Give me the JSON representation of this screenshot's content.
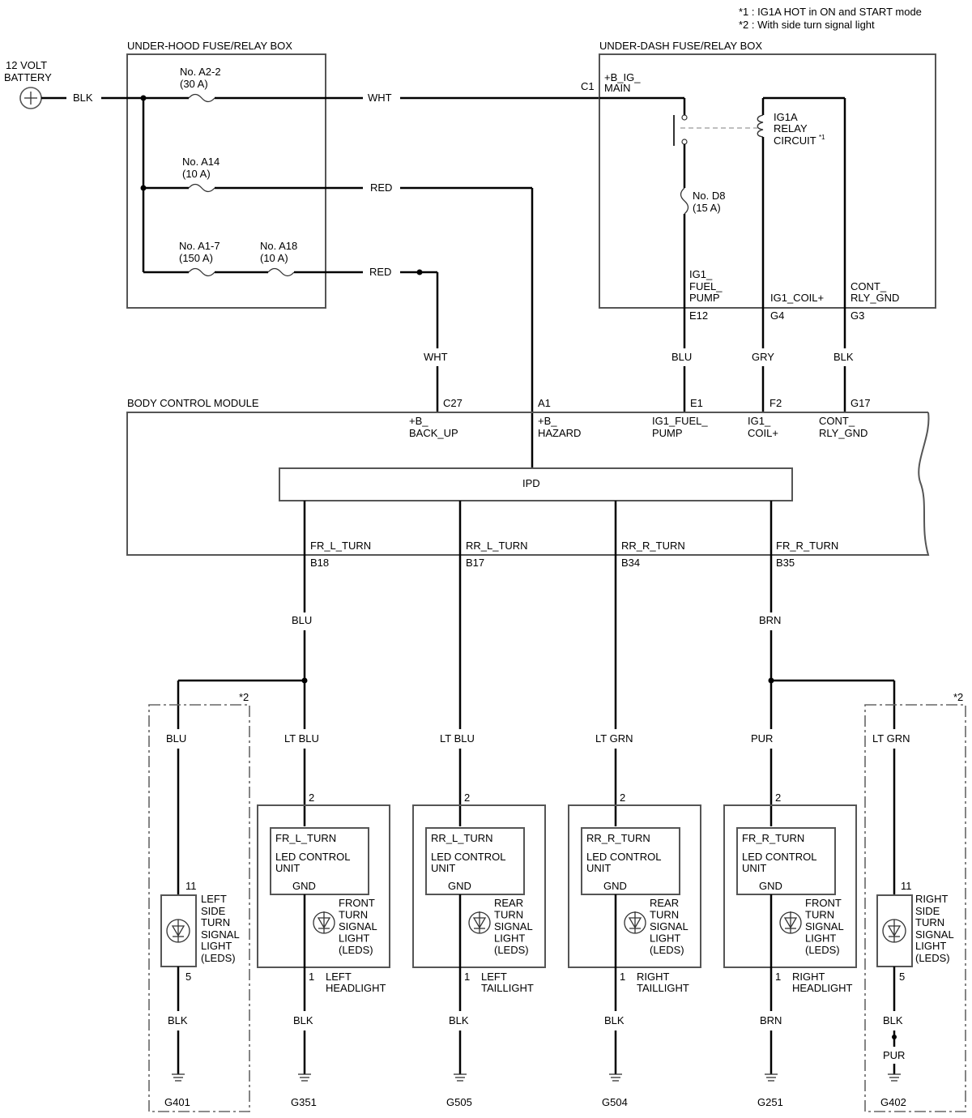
{
  "notes": [
    "*1 : IG1A HOT in ON and START mode",
    "*2 : With side turn signal light"
  ],
  "battery": {
    "line1": "12 VOLT",
    "line2": "BATTERY",
    "wire": "BLK"
  },
  "underhood": {
    "title": "UNDER-HOOD FUSE/RELAY BOX",
    "fuse1": {
      "name": "No. A2-2",
      "rating": "(30 A)",
      "wire": "WHT"
    },
    "fuse2": {
      "name": "No. A14",
      "rating": "(10 A)",
      "wire": "RED"
    },
    "fuse3": {
      "name": "No. A1-7",
      "rating": "(150 A)"
    },
    "fuse4": {
      "name": "No. A18",
      "rating": "(10 A)",
      "wire": "RED"
    }
  },
  "underdash": {
    "title": "UNDER-DASH FUSE/RELAY BOX",
    "c1": "C1",
    "main_l1": "+B_IG_",
    "main_l2": "MAIN",
    "relay_l1": "IG1A",
    "relay_l2": "RELAY",
    "relay_l3": "CIRCUIT",
    "relay_note": "*1",
    "fuse_name": "No. D8",
    "fuse_rating": "(15 A)",
    "pin1_l1": "IG1_",
    "pin1_l2": "FUEL_",
    "pin1_l3": "PUMP",
    "pin1_id": "E12",
    "pin2_l1": "IG1_COIL+",
    "pin2_id": "G4",
    "pin3_l1": "CONT_",
    "pin3_l2": "RLY_GND",
    "pin3_id": "G3"
  },
  "mid_wires": {
    "backup": "WHT",
    "blu": "BLU",
    "gry": "GRY",
    "blk": "BLK"
  },
  "bcm": {
    "title": "BODY CONTROL MODULE",
    "p1_id": "C27",
    "p1_l1": "+B_",
    "p1_l2": "BACK_UP",
    "p2_id": "A1",
    "p2_l1": "+B_",
    "p2_l2": "HAZARD",
    "p3_id": "E1",
    "p3_l1": "IG1_FUEL_",
    "p3_l2": "PUMP",
    "p4_id": "F2",
    "p4_l1": "IG1_",
    "p4_l2": "COIL+",
    "p5_id": "G17",
    "p5_l1": "CONT_",
    "p5_l2": "RLY_GND",
    "ipd": "IPD",
    "outputs": [
      {
        "signal": "FR_L_TURN",
        "pin": "B18"
      },
      {
        "signal": "RR_L_TURN",
        "pin": "B17"
      },
      {
        "signal": "RR_R_TURN",
        "pin": "B34"
      },
      {
        "signal": "FR_R_TURN",
        "pin": "B35"
      }
    ]
  },
  "out_wires": {
    "left": "BLU",
    "right": "BRN"
  },
  "side_left": {
    "marker": "*2",
    "wire": "BLU",
    "pin_top": "11",
    "pin_bottom": "5",
    "label": [
      "LEFT",
      "SIDE",
      "TURN",
      "SIGNAL",
      "LIGHT",
      "(LEDS)"
    ],
    "ground_wire": "BLK",
    "ground": "G401"
  },
  "side_right": {
    "marker": "*2",
    "wire": "LT GRN",
    "pin_top": "11",
    "pin_bottom": "5",
    "label": [
      "RIGHT",
      "SIDE",
      "TURN",
      "SIGNAL",
      "LIGHT",
      "(LEDS)"
    ],
    "ground_wire": "BLK",
    "ground_wire2": "PUR",
    "ground": "G402"
  },
  "lights": [
    {
      "wire": "LT BLU",
      "pin_top": "2",
      "signal": "FR_L_TURN",
      "unit1": "LED CONTROL",
      "unit2": "UNIT",
      "gnd": "GND",
      "led": [
        "FRONT",
        "TURN",
        "SIGNAL",
        "LIGHT",
        "(LEDS)"
      ],
      "pin_bottom": "1",
      "name1": "LEFT",
      "name2": "HEADLIGHT",
      "ground_wire": "BLK",
      "ground": "G351"
    },
    {
      "wire": "LT BLU",
      "pin_top": "2",
      "signal": "RR_L_TURN",
      "unit1": "LED CONTROL",
      "unit2": "UNIT",
      "gnd": "GND",
      "led": [
        "REAR",
        "TURN",
        "SIGNAL",
        "LIGHT",
        "(LEDS)"
      ],
      "pin_bottom": "1",
      "name1": "LEFT",
      "name2": "TAILLIGHT",
      "ground_wire": "BLK",
      "ground": "G505"
    },
    {
      "wire": "LT GRN",
      "pin_top": "2",
      "signal": "RR_R_TURN",
      "unit1": "LED CONTROL",
      "unit2": "UNIT",
      "gnd": "GND",
      "led": [
        "REAR",
        "TURN",
        "SIGNAL",
        "LIGHT",
        "(LEDS)"
      ],
      "pin_bottom": "1",
      "name1": "RIGHT",
      "name2": "TAILLIGHT",
      "ground_wire": "BLK",
      "ground": "G504"
    },
    {
      "wire": "PUR",
      "pin_top": "2",
      "signal": "FR_R_TURN",
      "unit1": "LED CONTROL",
      "unit2": "UNIT",
      "gnd": "GND",
      "led": [
        "FRONT",
        "TURN",
        "SIGNAL",
        "LIGHT",
        "(LEDS)"
      ],
      "pin_bottom": "1",
      "name1": "RIGHT",
      "name2": "HEADLIGHT",
      "ground_wire": "BRN",
      "ground": "G251"
    }
  ]
}
